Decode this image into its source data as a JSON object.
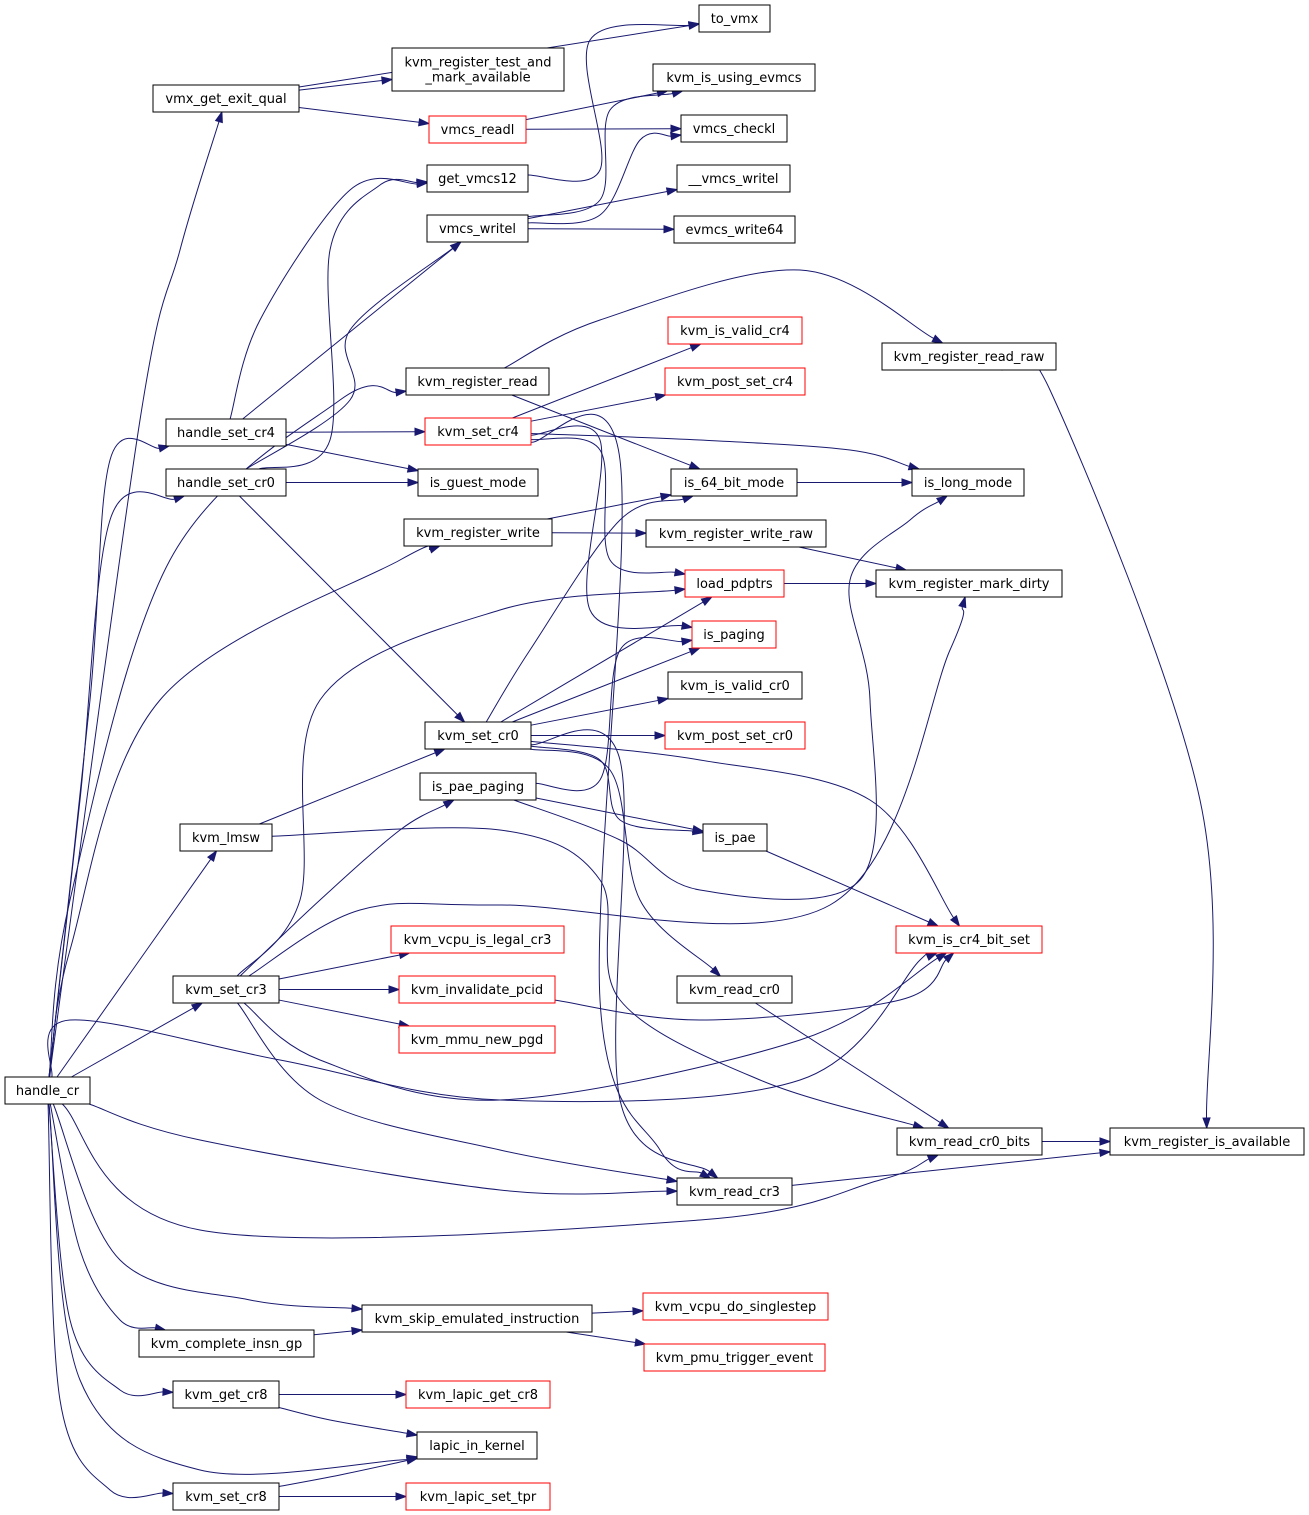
{
  "colors": {
    "edge": "#191970",
    "node_border": "#000000",
    "node_border_truncated": "#ff0000",
    "root_fill": "#bfbfbf",
    "node_fill": "#ffffff"
  },
  "nodes": [
    {
      "id": "handle_cr",
      "lines": [
        "handle_cr"
      ],
      "root": true
    },
    {
      "id": "vmx_get_exit_qual",
      "lines": [
        "vmx_get_exit_qual"
      ]
    },
    {
      "id": "to_vmx",
      "lines": [
        "to_vmx"
      ]
    },
    {
      "id": "kvm_register_test_and_mark_available",
      "lines": [
        "kvm_register_test_and",
        "_mark_available"
      ]
    },
    {
      "id": "vmcs_readl",
      "lines": [
        "vmcs_readl"
      ],
      "truncated": true
    },
    {
      "id": "kvm_is_using_evmcs",
      "lines": [
        "kvm_is_using_evmcs"
      ]
    },
    {
      "id": "vmcs_checkl",
      "lines": [
        "vmcs_checkl"
      ]
    },
    {
      "id": "get_vmcs12",
      "lines": [
        "get_vmcs12"
      ]
    },
    {
      "id": "__vmcs_writel",
      "lines": [
        "__vmcs_writel"
      ]
    },
    {
      "id": "vmcs_writel",
      "lines": [
        "vmcs_writel"
      ]
    },
    {
      "id": "evmcs_write64",
      "lines": [
        "evmcs_write64"
      ]
    },
    {
      "id": "kvm_is_valid_cr4",
      "lines": [
        "kvm_is_valid_cr4"
      ],
      "truncated": true
    },
    {
      "id": "kvm_register_read_raw",
      "lines": [
        "kvm_register_read_raw"
      ]
    },
    {
      "id": "kvm_register_read",
      "lines": [
        "kvm_register_read"
      ]
    },
    {
      "id": "kvm_post_set_cr4",
      "lines": [
        "kvm_post_set_cr4"
      ],
      "truncated": true
    },
    {
      "id": "handle_set_cr4",
      "lines": [
        "handle_set_cr4"
      ]
    },
    {
      "id": "kvm_set_cr4",
      "lines": [
        "kvm_set_cr4"
      ],
      "truncated": true
    },
    {
      "id": "handle_set_cr0",
      "lines": [
        "handle_set_cr0"
      ]
    },
    {
      "id": "is_guest_mode",
      "lines": [
        "is_guest_mode"
      ]
    },
    {
      "id": "is_64_bit_mode",
      "lines": [
        "is_64_bit_mode"
      ]
    },
    {
      "id": "is_long_mode",
      "lines": [
        "is_long_mode"
      ]
    },
    {
      "id": "kvm_register_write",
      "lines": [
        "kvm_register_write"
      ]
    },
    {
      "id": "kvm_register_write_raw",
      "lines": [
        "kvm_register_write_raw"
      ]
    },
    {
      "id": "load_pdptrs",
      "lines": [
        "load_pdptrs"
      ],
      "truncated": true
    },
    {
      "id": "kvm_register_mark_dirty",
      "lines": [
        "kvm_register_mark_dirty"
      ]
    },
    {
      "id": "is_paging",
      "lines": [
        "is_paging"
      ],
      "truncated": true
    },
    {
      "id": "kvm_is_valid_cr0",
      "lines": [
        "kvm_is_valid_cr0"
      ]
    },
    {
      "id": "kvm_set_cr0",
      "lines": [
        "kvm_set_cr0"
      ]
    },
    {
      "id": "kvm_post_set_cr0",
      "lines": [
        "kvm_post_set_cr0"
      ],
      "truncated": true
    },
    {
      "id": "is_pae_paging",
      "lines": [
        "is_pae_paging"
      ]
    },
    {
      "id": "kvm_lmsw",
      "lines": [
        "kvm_lmsw"
      ]
    },
    {
      "id": "is_pae",
      "lines": [
        "is_pae"
      ]
    },
    {
      "id": "kvm_vcpu_is_legal_cr3",
      "lines": [
        "kvm_vcpu_is_legal_cr3"
      ],
      "truncated": true
    },
    {
      "id": "kvm_is_cr4_bit_set",
      "lines": [
        "kvm_is_cr4_bit_set"
      ],
      "truncated": true
    },
    {
      "id": "kvm_set_cr3",
      "lines": [
        "kvm_set_cr3"
      ]
    },
    {
      "id": "kvm_invalidate_pcid",
      "lines": [
        "kvm_invalidate_pcid"
      ],
      "truncated": true
    },
    {
      "id": "kvm_read_cr0",
      "lines": [
        "kvm_read_cr0"
      ]
    },
    {
      "id": "kvm_mmu_new_pgd",
      "lines": [
        "kvm_mmu_new_pgd"
      ],
      "truncated": true
    },
    {
      "id": "kvm_read_cr0_bits",
      "lines": [
        "kvm_read_cr0_bits"
      ]
    },
    {
      "id": "kvm_register_is_available",
      "lines": [
        "kvm_register_is_available"
      ]
    },
    {
      "id": "kvm_read_cr3",
      "lines": [
        "kvm_read_cr3"
      ]
    },
    {
      "id": "kvm_skip_emulated_instruction",
      "lines": [
        "kvm_skip_emulated_instruction"
      ]
    },
    {
      "id": "kvm_vcpu_do_singlestep",
      "lines": [
        "kvm_vcpu_do_singlestep"
      ],
      "truncated": true
    },
    {
      "id": "kvm_complete_insn_gp",
      "lines": [
        "kvm_complete_insn_gp"
      ]
    },
    {
      "id": "kvm_pmu_trigger_event",
      "lines": [
        "kvm_pmu_trigger_event"
      ],
      "truncated": true
    },
    {
      "id": "kvm_get_cr8",
      "lines": [
        "kvm_get_cr8"
      ]
    },
    {
      "id": "kvm_lapic_get_cr8",
      "lines": [
        "kvm_lapic_get_cr8"
      ],
      "truncated": true
    },
    {
      "id": "lapic_in_kernel",
      "lines": [
        "lapic_in_kernel"
      ]
    },
    {
      "id": "kvm_set_cr8",
      "lines": [
        "kvm_set_cr8"
      ]
    },
    {
      "id": "kvm_lapic_set_tpr",
      "lines": [
        "kvm_lapic_set_tpr"
      ],
      "truncated": true
    }
  ],
  "edges": [
    [
      "handle_cr",
      "vmx_get_exit_qual"
    ],
    [
      "handle_cr",
      "handle_set_cr4"
    ],
    [
      "handle_cr",
      "handle_set_cr0"
    ],
    [
      "handle_cr",
      "kvm_register_read"
    ],
    [
      "handle_cr",
      "kvm_register_write"
    ],
    [
      "handle_cr",
      "kvm_lmsw"
    ],
    [
      "handle_cr",
      "kvm_set_cr3"
    ],
    [
      "handle_cr",
      "kvm_read_cr3"
    ],
    [
      "handle_cr",
      "kvm_read_cr0_bits"
    ],
    [
      "handle_cr",
      "kvm_is_cr4_bit_set"
    ],
    [
      "handle_cr",
      "kvm_skip_emulated_instruction"
    ],
    [
      "handle_cr",
      "kvm_complete_insn_gp"
    ],
    [
      "handle_cr",
      "kvm_get_cr8"
    ],
    [
      "handle_cr",
      "kvm_set_cr8"
    ],
    [
      "handle_cr",
      "lapic_in_kernel"
    ],
    [
      "vmx_get_exit_qual",
      "to_vmx"
    ],
    [
      "vmx_get_exit_qual",
      "kvm_register_test_and_mark_available"
    ],
    [
      "vmx_get_exit_qual",
      "vmcs_readl"
    ],
    [
      "vmcs_readl",
      "kvm_is_using_evmcs"
    ],
    [
      "vmcs_readl",
      "vmcs_checkl"
    ],
    [
      "get_vmcs12",
      "to_vmx"
    ],
    [
      "vmcs_writel",
      "kvm_is_using_evmcs"
    ],
    [
      "vmcs_writel",
      "vmcs_checkl"
    ],
    [
      "vmcs_writel",
      "__vmcs_writel"
    ],
    [
      "vmcs_writel",
      "evmcs_write64"
    ],
    [
      "handle_set_cr4",
      "get_vmcs12"
    ],
    [
      "handle_set_cr4",
      "vmcs_writel"
    ],
    [
      "handle_set_cr4",
      "kvm_set_cr4"
    ],
    [
      "handle_set_cr4",
      "is_guest_mode"
    ],
    [
      "handle_set_cr0",
      "get_vmcs12"
    ],
    [
      "handle_set_cr0",
      "vmcs_writel"
    ],
    [
      "handle_set_cr0",
      "is_guest_mode"
    ],
    [
      "handle_set_cr0",
      "kvm_set_cr0"
    ],
    [
      "kvm_register_read",
      "kvm_register_read_raw"
    ],
    [
      "kvm_register_read",
      "is_64_bit_mode"
    ],
    [
      "kvm_register_read_raw",
      "kvm_register_is_available"
    ],
    [
      "kvm_set_cr4",
      "kvm_is_valid_cr4"
    ],
    [
      "kvm_set_cr4",
      "kvm_post_set_cr4"
    ],
    [
      "kvm_set_cr4",
      "is_long_mode"
    ],
    [
      "kvm_set_cr4",
      "load_pdptrs"
    ],
    [
      "kvm_set_cr4",
      "is_paging"
    ],
    [
      "kvm_set_cr4",
      "kvm_read_cr3"
    ],
    [
      "is_64_bit_mode",
      "is_long_mode"
    ],
    [
      "kvm_register_write",
      "is_64_bit_mode"
    ],
    [
      "kvm_register_write",
      "kvm_register_write_raw"
    ],
    [
      "kvm_register_write_raw",
      "kvm_register_mark_dirty"
    ],
    [
      "load_pdptrs",
      "kvm_register_mark_dirty"
    ],
    [
      "kvm_set_cr0",
      "is_64_bit_mode"
    ],
    [
      "kvm_set_cr0",
      "load_pdptrs"
    ],
    [
      "kvm_set_cr0",
      "is_paging"
    ],
    [
      "kvm_set_cr0",
      "kvm_is_valid_cr0"
    ],
    [
      "kvm_set_cr0",
      "kvm_post_set_cr0"
    ],
    [
      "kvm_set_cr0",
      "is_pae"
    ],
    [
      "kvm_set_cr0",
      "kvm_is_cr4_bit_set"
    ],
    [
      "kvm_set_cr0",
      "kvm_read_cr0"
    ],
    [
      "kvm_set_cr0",
      "kvm_read_cr3"
    ],
    [
      "is_pae_paging",
      "is_paging"
    ],
    [
      "is_pae_paging",
      "is_pae"
    ],
    [
      "is_pae_paging",
      "is_long_mode"
    ],
    [
      "kvm_lmsw",
      "kvm_set_cr0"
    ],
    [
      "kvm_lmsw",
      "kvm_read_cr0_bits"
    ],
    [
      "is_pae",
      "kvm_is_cr4_bit_set"
    ],
    [
      "kvm_set_cr3",
      "load_pdptrs"
    ],
    [
      "kvm_set_cr3",
      "is_pae_paging"
    ],
    [
      "kvm_set_cr3",
      "kvm_register_mark_dirty"
    ],
    [
      "kvm_set_cr3",
      "kvm_vcpu_is_legal_cr3"
    ],
    [
      "kvm_set_cr3",
      "kvm_invalidate_pcid"
    ],
    [
      "kvm_set_cr3",
      "kvm_mmu_new_pgd"
    ],
    [
      "kvm_set_cr3",
      "kvm_is_cr4_bit_set"
    ],
    [
      "kvm_set_cr3",
      "kvm_read_cr3"
    ],
    [
      "kvm_invalidate_pcid",
      "kvm_is_cr4_bit_set"
    ],
    [
      "kvm_read_cr0",
      "kvm_read_cr0_bits"
    ],
    [
      "kvm_read_cr0_bits",
      "kvm_register_is_available"
    ],
    [
      "kvm_read_cr3",
      "kvm_register_is_available"
    ],
    [
      "kvm_skip_emulated_instruction",
      "kvm_vcpu_do_singlestep"
    ],
    [
      "kvm_skip_emulated_instruction",
      "kvm_pmu_trigger_event"
    ],
    [
      "kvm_complete_insn_gp",
      "kvm_skip_emulated_instruction"
    ],
    [
      "kvm_get_cr8",
      "kvm_lapic_get_cr8"
    ],
    [
      "kvm_get_cr8",
      "lapic_in_kernel"
    ],
    [
      "kvm_set_cr8",
      "lapic_in_kernel"
    ],
    [
      "kvm_set_cr8",
      "kvm_lapic_set_tpr"
    ]
  ]
}
